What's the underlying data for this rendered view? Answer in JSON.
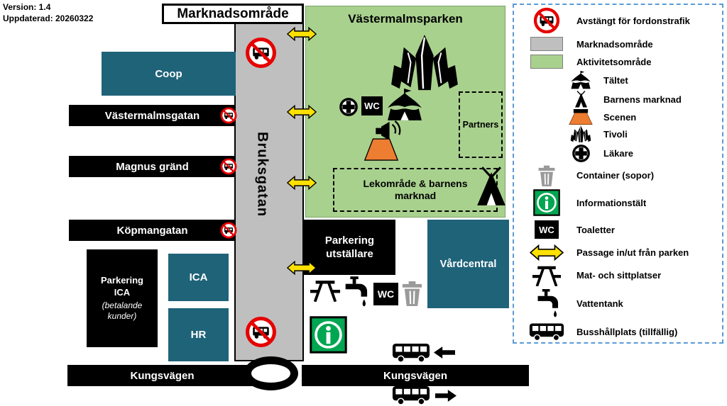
{
  "meta": {
    "version": "Version: 1.4",
    "updated": "Uppdaterad: 20260322"
  },
  "title": "Marknadsområde",
  "park": {
    "title": "Västermalmsparken",
    "partners": "Partners",
    "play_area": "Lekområde & barnens marknad",
    "wc": "WC"
  },
  "road": {
    "name": "Bruksgatan"
  },
  "buildings": {
    "coop": "Coop",
    "ica": "ICA",
    "hr": "HR",
    "vardcentral": "Vårdcentral"
  },
  "streets": {
    "vastermalmsgatan": "Västermalmsgatan",
    "magnus_grand": "Magnus gränd",
    "kopmangatan": "Köpmangatan",
    "kungsvagen_west": "Kungsvägen",
    "kungsvagen_east": "Kungsvägen"
  },
  "parking": {
    "ica_line1": "Parkering ICA",
    "ica_line2": "(betalande kunder)",
    "exhibitors": "Parkering utställare"
  },
  "facilities": {
    "wc": "WC"
  },
  "legend": {
    "wc": "WC",
    "items": [
      {
        "icon": "no-vehicle-icon",
        "label": "Avstängt för fordonstrafik"
      },
      {
        "icon": "market-area-swatch",
        "label": "Marknadsområde"
      },
      {
        "icon": "activity-area-swatch",
        "label": "Aktivitetsområde"
      },
      {
        "icon": "tent-icon",
        "label": "Tältet"
      },
      {
        "icon": "teepee-icon",
        "label": "Barnens marknad"
      },
      {
        "icon": "scene-icon",
        "label": "Scenen"
      },
      {
        "icon": "tivoli-icon",
        "label": "Tivoli"
      },
      {
        "icon": "doctor-icon",
        "label": "Läkare"
      },
      {
        "icon": "container-icon",
        "label": "Container (sopor)"
      },
      {
        "icon": "info-icon",
        "label": "Informationstält"
      },
      {
        "icon": "wc-icon",
        "label": "Toaletter"
      },
      {
        "icon": "passage-arrow-icon",
        "label": "Passage in/ut från parken"
      },
      {
        "icon": "picnic-table-icon",
        "label": "Mat- och sittplatser"
      },
      {
        "icon": "water-tap-icon",
        "label": "Vattentank"
      },
      {
        "icon": "bus-icon",
        "label": "Busshållplats (tillfällig)"
      }
    ]
  },
  "colors": {
    "market_area": "#bfbfbf",
    "activity_area": "#a9d18e",
    "building": "#1f6379",
    "passage_yellow": "#ffe100",
    "prohibition_red": "#e60000",
    "scene_orange": "#ed7d31",
    "info_green": "#00a651",
    "legend_border": "#5b9bd5"
  }
}
